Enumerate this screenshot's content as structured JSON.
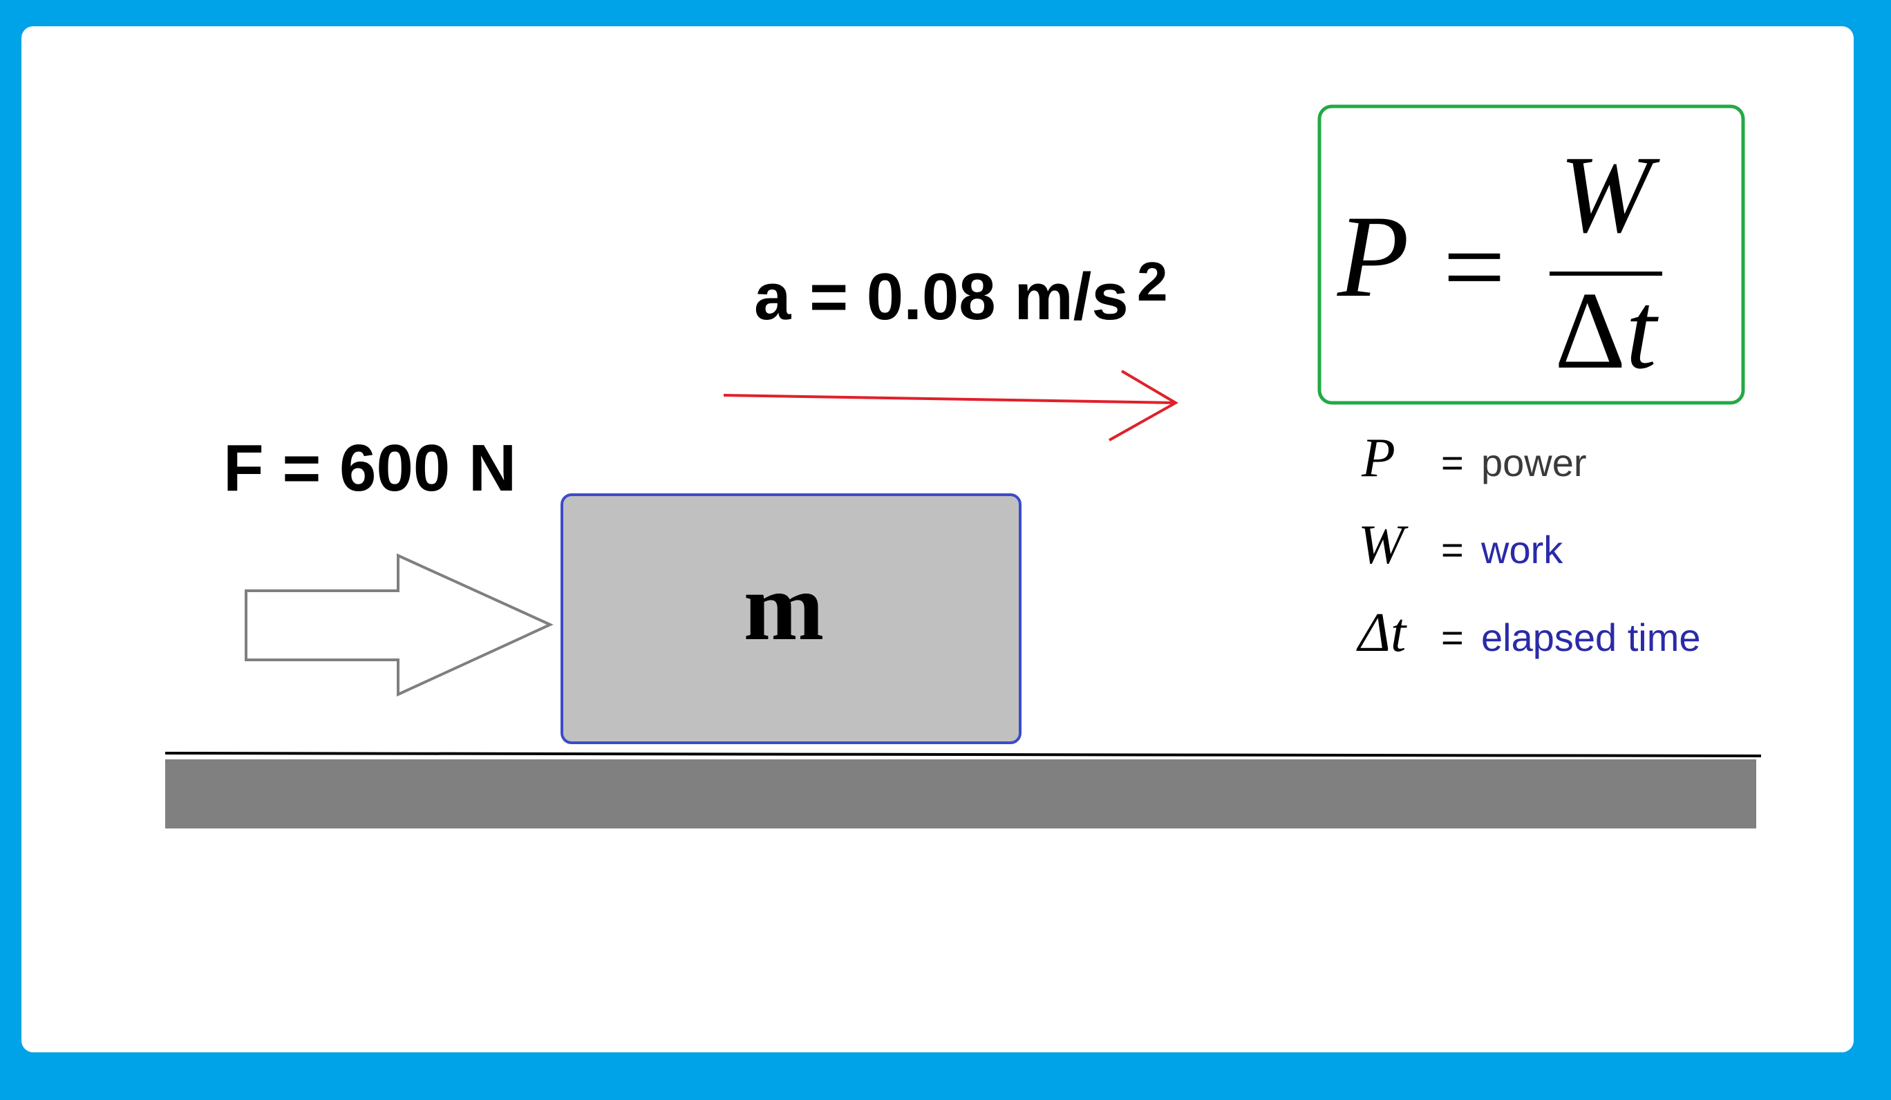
{
  "colors": {
    "frame": "#00a2e8",
    "panel": "#ffffff",
    "acceleration_arrow": "#e0202a",
    "mass_box_fill": "#c0c0c0",
    "mass_box_border": "#3c4bc8",
    "formula_border": "#22aa44",
    "ground": "#808080",
    "legend_link": "#2a2aa8"
  },
  "force": {
    "label": "F = 600 N"
  },
  "acceleration": {
    "label": "a = 0.08 m/s",
    "exponent": "2"
  },
  "mass": {
    "label": "m"
  },
  "formula": {
    "lhs": "P",
    "equals": "=",
    "numerator": "W",
    "denominator_delta": "Δ",
    "denominator_var": "t"
  },
  "legend": [
    {
      "symbol": "P",
      "equals": "=",
      "meaning": "power"
    },
    {
      "symbol": "W",
      "equals": "=",
      "meaning": "work"
    },
    {
      "symbol": "Δt",
      "equals": "=",
      "meaning": "elapsed time"
    }
  ]
}
